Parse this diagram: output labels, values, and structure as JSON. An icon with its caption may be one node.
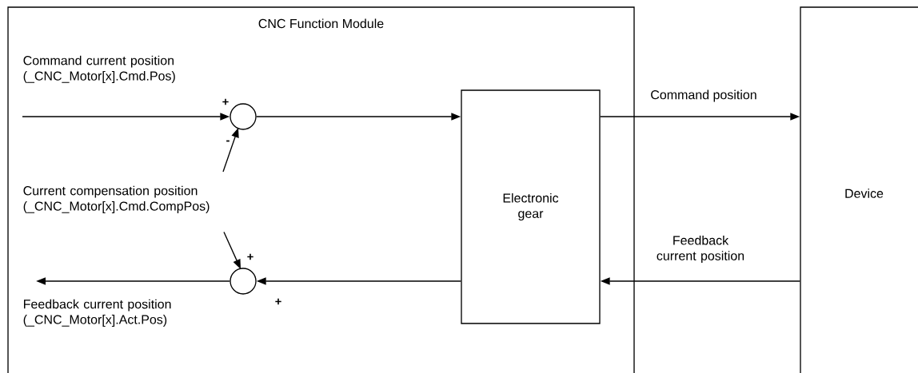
{
  "diagram": {
    "nodes": [
      {
        "text": [
          "CNC Function Module"
        ]
      },
      {
        "text": [
          "Device"
        ]
      },
      {
        "text": [
          "Electronic gear"
        ],
        "in": 0
      },
      {
        "text": [],
        "shape": "circle",
        "in": 0
      },
      {
        "text": [],
        "shape": "circle",
        "in": 0
      },
      {
        "text": [
          "Current compensation position (_CNC_Motor[x].Cmd.CompPos)"
        ],
        "in": 0
      }
    ],
    "edges": [
      {
        "from": null,
        "to": 3,
        "arrow": "to"
      },
      {
        "from": 3,
        "to": 2,
        "arrow": "to"
      },
      {
        "from": 2,
        "to": 1,
        "arrow": "to",
        "label": "Command position"
      },
      {
        "from": 1,
        "to": 2,
        "arrow": "to",
        "label": "Feedback current position"
      },
      {
        "from": 2,
        "to": 4,
        "arrow": "to"
      },
      {
        "from": 4,
        "to": null,
        "arrow": "to"
      },
      {
        "from": 5,
        "to": 3,
        "arrow": "to"
      },
      {
        "from": 5,
        "to": 4,
        "arrow": "to"
      }
    ],
    "labels": [
      "Command current position (_CNC_Motor[x].Cmd.Pos)",
      "+",
      "-",
      "+",
      "+",
      "Feedback current position (_CNC_Motor[x].Act.Pos)"
    ]
  }
}
